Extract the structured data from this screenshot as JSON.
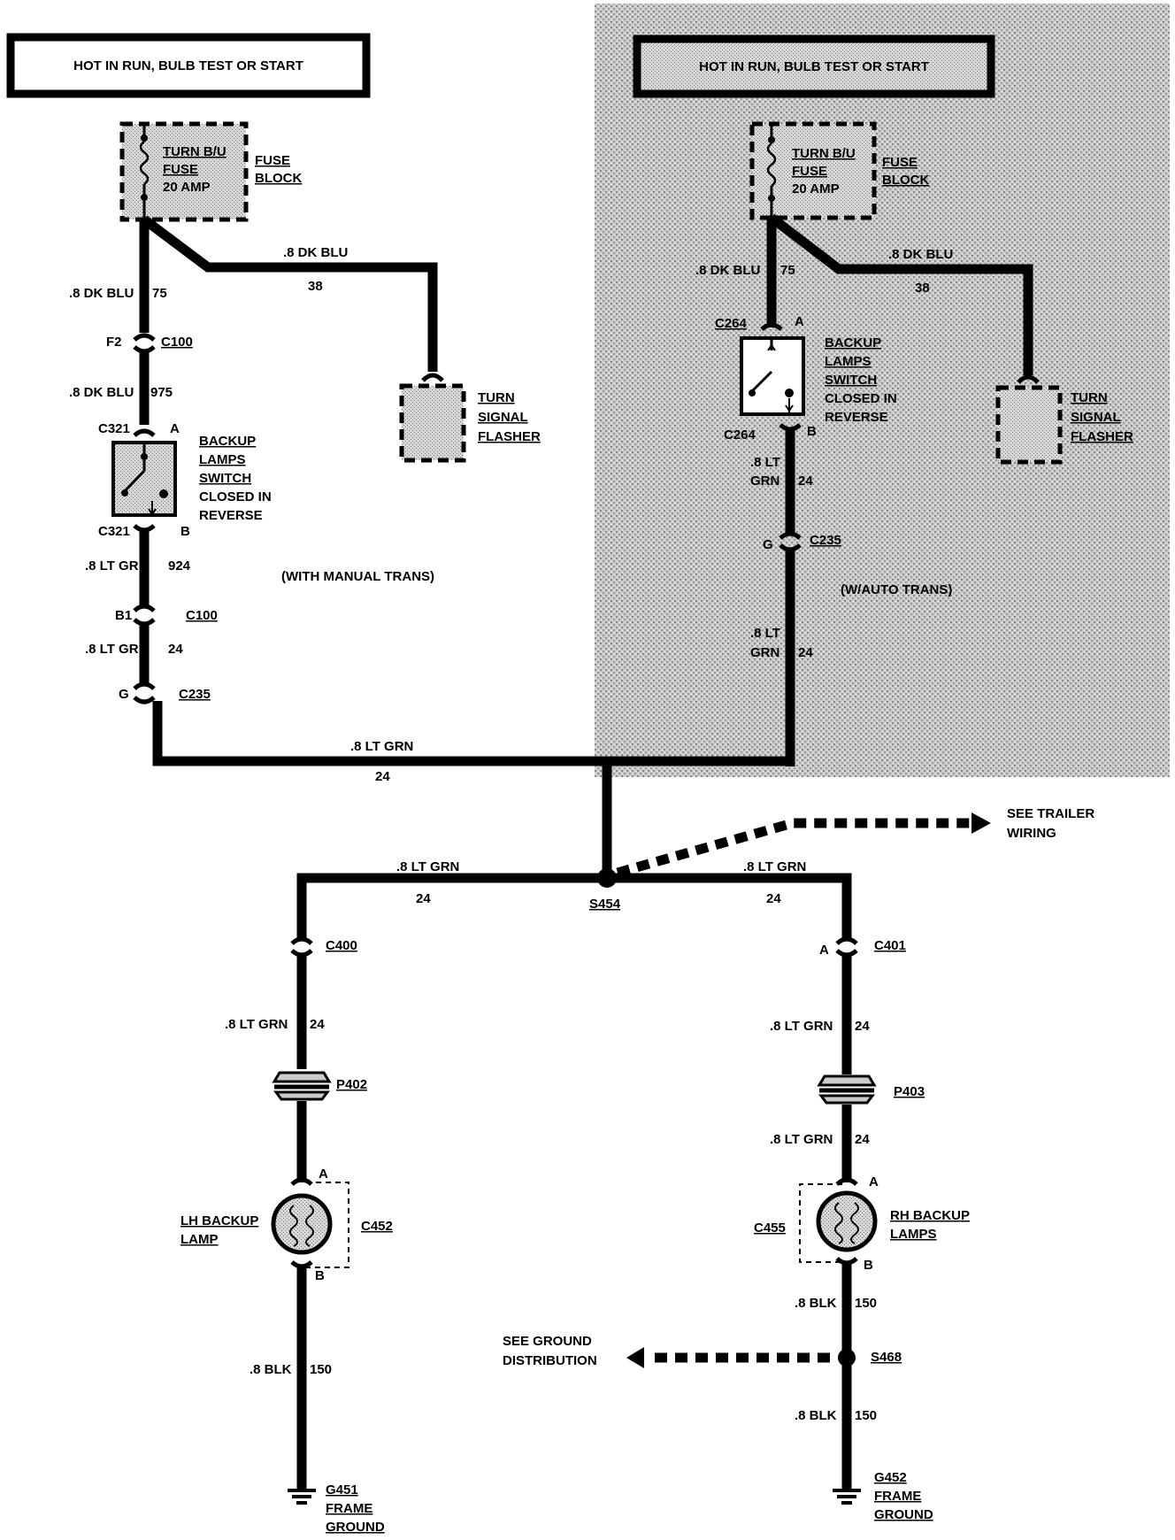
{
  "power": {
    "left_title": "HOT IN RUN, BULB TEST OR START",
    "right_title": "HOT IN RUN, BULB TEST OR START"
  },
  "fuse": {
    "line1": "TURN B/U",
    "line2": "FUSE",
    "line3": "20 AMP",
    "block_line1": "FUSE",
    "block_line2": "BLOCK"
  },
  "flasher": {
    "line1": "TURN",
    "line2": "SIGNAL",
    "line3": "FLASHER"
  },
  "switch": {
    "line1": "BACKUP",
    "line2": "LAMPS",
    "line3": "SWITCH",
    "line4": "CLOSED IN",
    "line5": "REVERSE"
  },
  "wires": {
    "dkblu": ".8 DK BLU",
    "ltgrn": ".8 LT GRN",
    "ltgrn_short": ".8 LT",
    "grn": "GRN",
    "blk": ".8 BLK",
    "c75": "75",
    "c38": "38",
    "c975": "975",
    "c924": "924",
    "c24": "24",
    "c150": "150"
  },
  "connectors": {
    "c100": "C100",
    "c321": "C321",
    "c235": "C235",
    "c264": "C264",
    "c400": "C400",
    "c401": "C401",
    "c452": "C452",
    "c455": "C455",
    "p402": "P402",
    "p403": "P403",
    "s454": "S454",
    "s468": "S468",
    "f2": "F2",
    "b1": "B1",
    "pin_a": "A",
    "pin_b": "B",
    "pin_g": "G"
  },
  "variants": {
    "manual": "(WITH MANUAL TRANS)",
    "auto": "(W/AUTO TRANS)"
  },
  "refs": {
    "trailer1": "SEE TRAILER",
    "trailer2": "WIRING",
    "ground1": "SEE GROUND",
    "ground2": "DISTRIBUTION"
  },
  "lamps": {
    "lh1": "LH BACKUP",
    "lh2": "LAMP",
    "rh1": "RH BACKUP",
    "rh2": "LAMPS"
  },
  "grounds": {
    "g451": "G451",
    "g452": "G452",
    "frame": "FRAME",
    "ground": "GROUND"
  }
}
